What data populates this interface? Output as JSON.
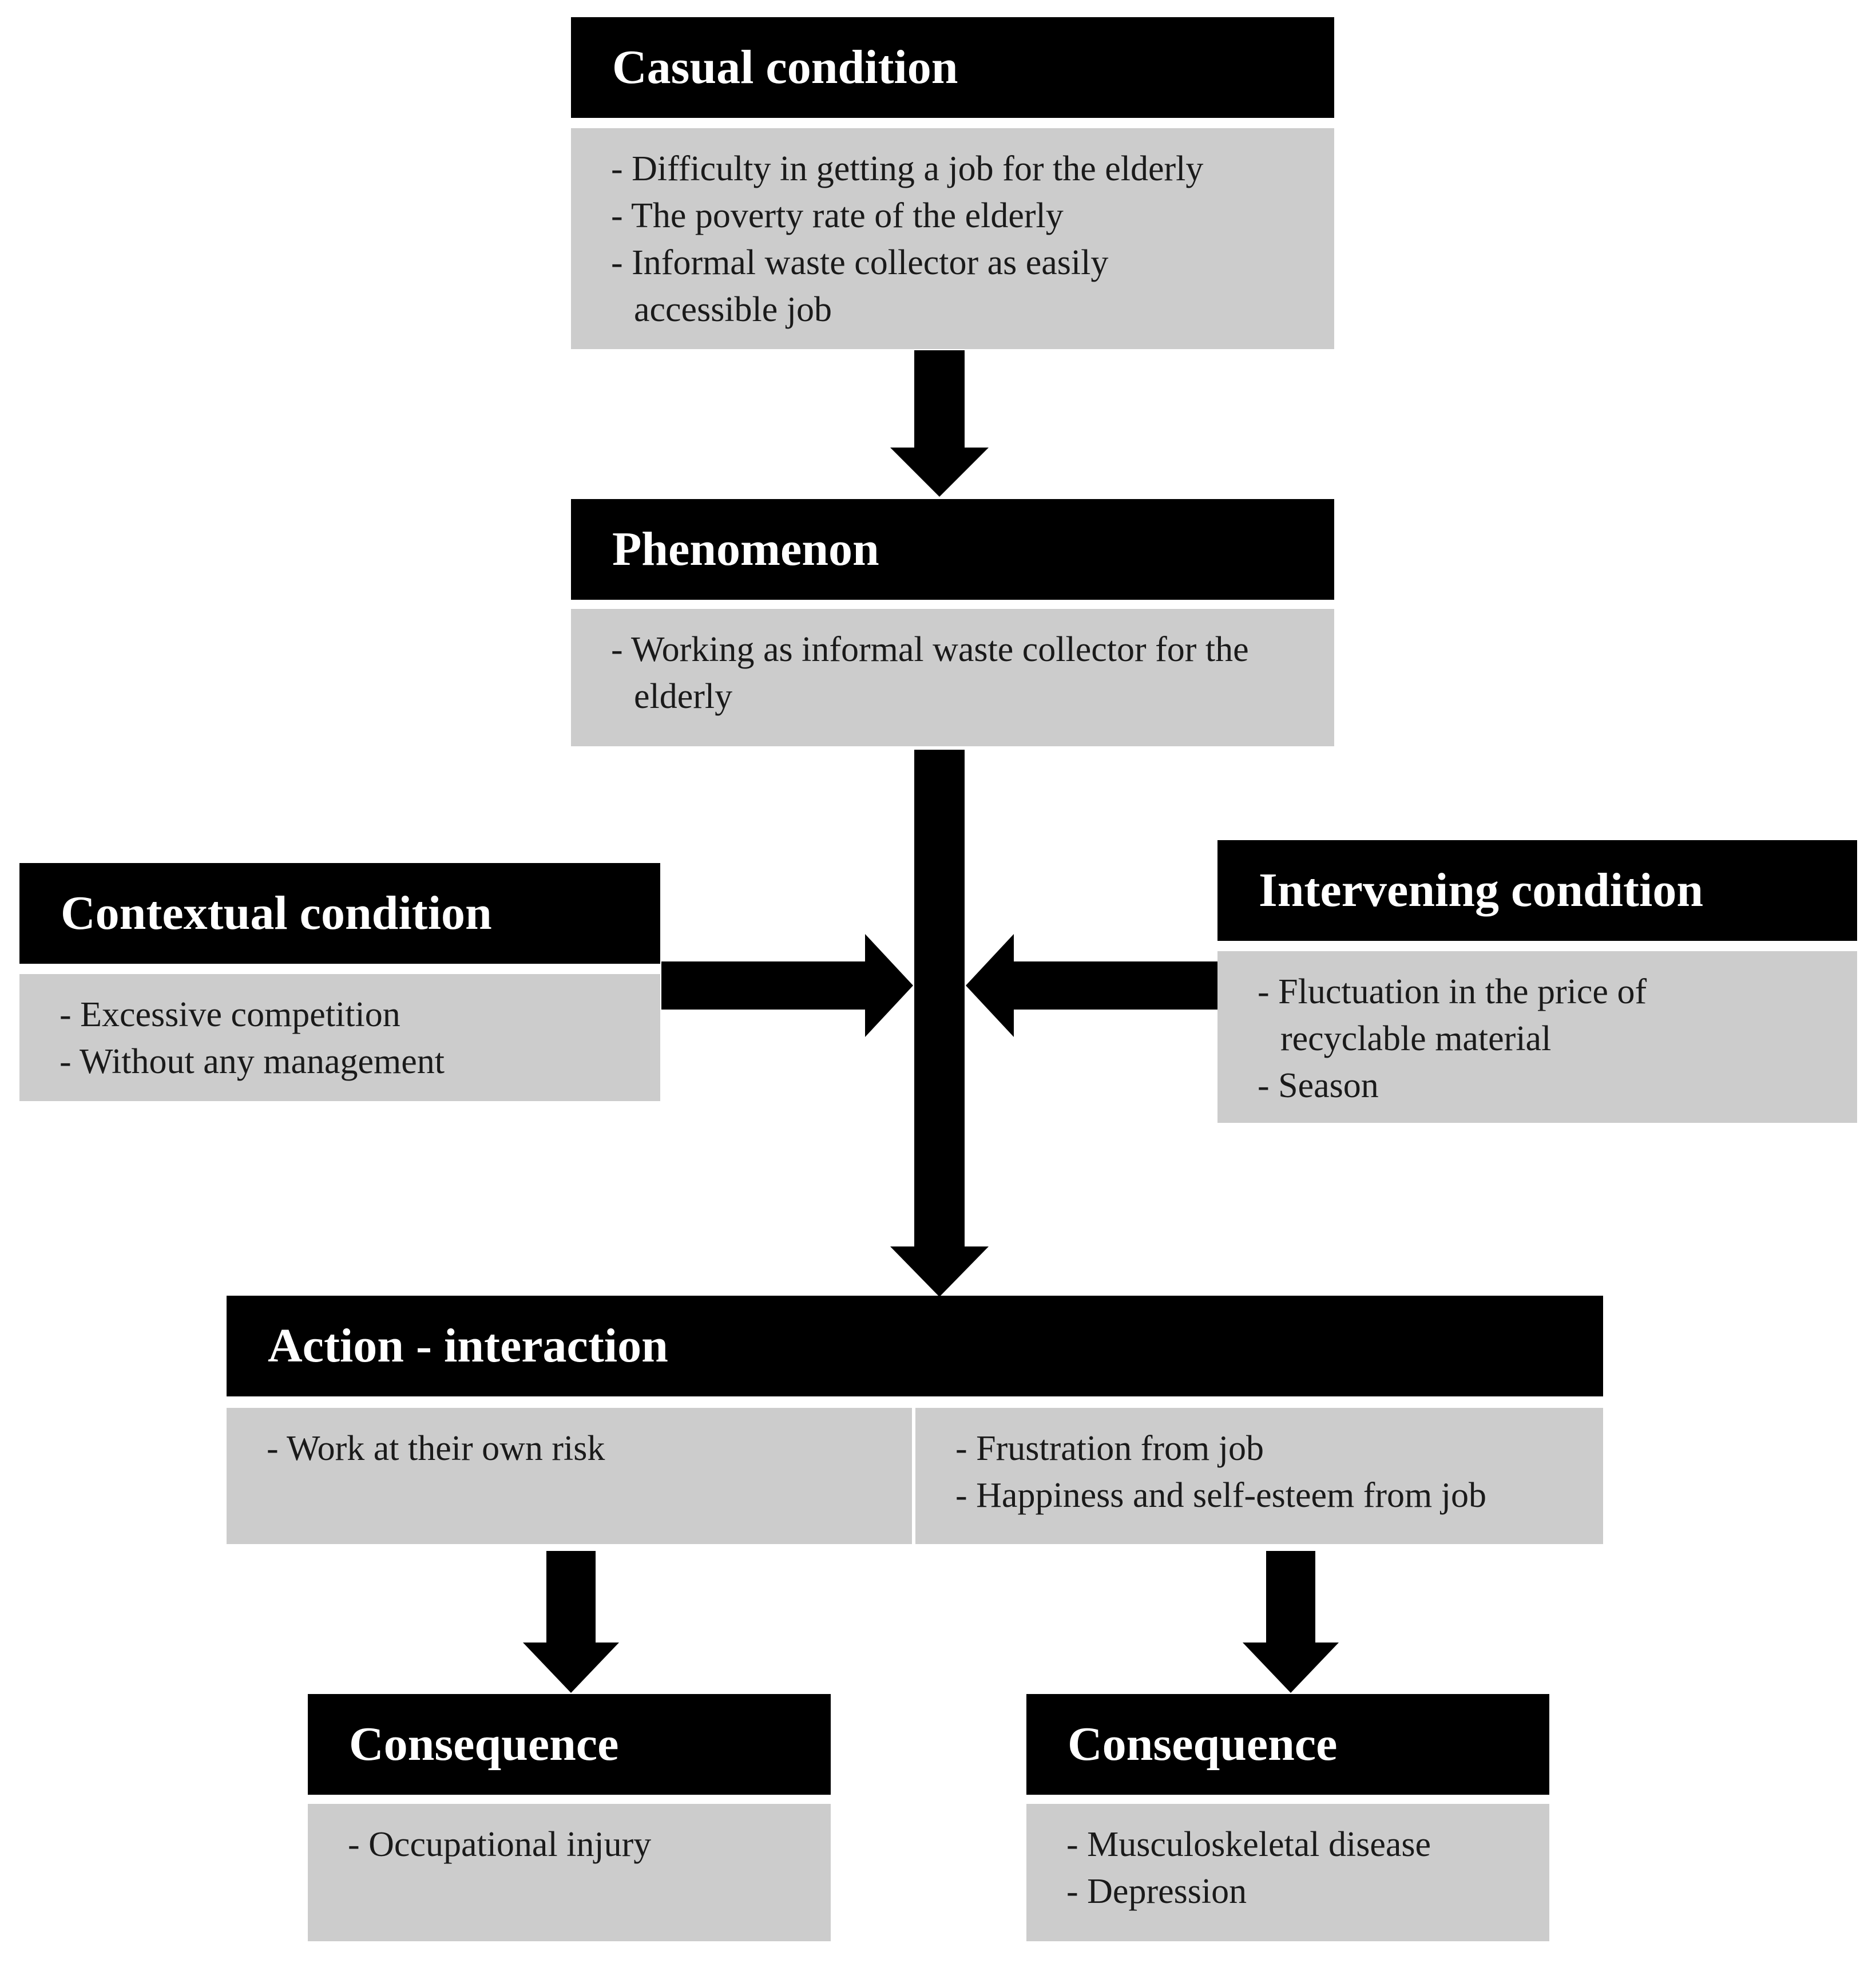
{
  "boxes": {
    "causal": {
      "title": "Casual condition",
      "items": [
        "- Difficulty in getting a job for the elderly",
        "- The poverty rate of the elderly",
        "- Informal waste collector as easily accessible job"
      ]
    },
    "phenomenon": {
      "title": "Phenomenon",
      "items": [
        "- Working as informal waste collector for the elderly"
      ]
    },
    "contextual": {
      "title": "Contextual condition",
      "items": [
        "- Excessive competition",
        "- Without any management"
      ]
    },
    "intervening": {
      "title": "Intervening condition",
      "items": [
        "- Fluctuation in the price of recyclable material",
        "- Season"
      ]
    },
    "action": {
      "title": "Action - interaction",
      "left_items": [
        "- Work at their own risk"
      ],
      "right_items": [
        "- Frustration from job",
        "- Happiness and self-esteem from job"
      ]
    },
    "consequence_left": {
      "title": "Consequence",
      "items": [
        "- Occupational injury"
      ]
    },
    "consequence_right": {
      "title": "Consequence",
      "items": [
        "- Musculoskeletal disease",
        "- Depression"
      ]
    }
  },
  "colors": {
    "header_bg": "#000000",
    "header_text": "#ffffff",
    "body_bg": "#cccccc",
    "arrow": "#000000"
  }
}
